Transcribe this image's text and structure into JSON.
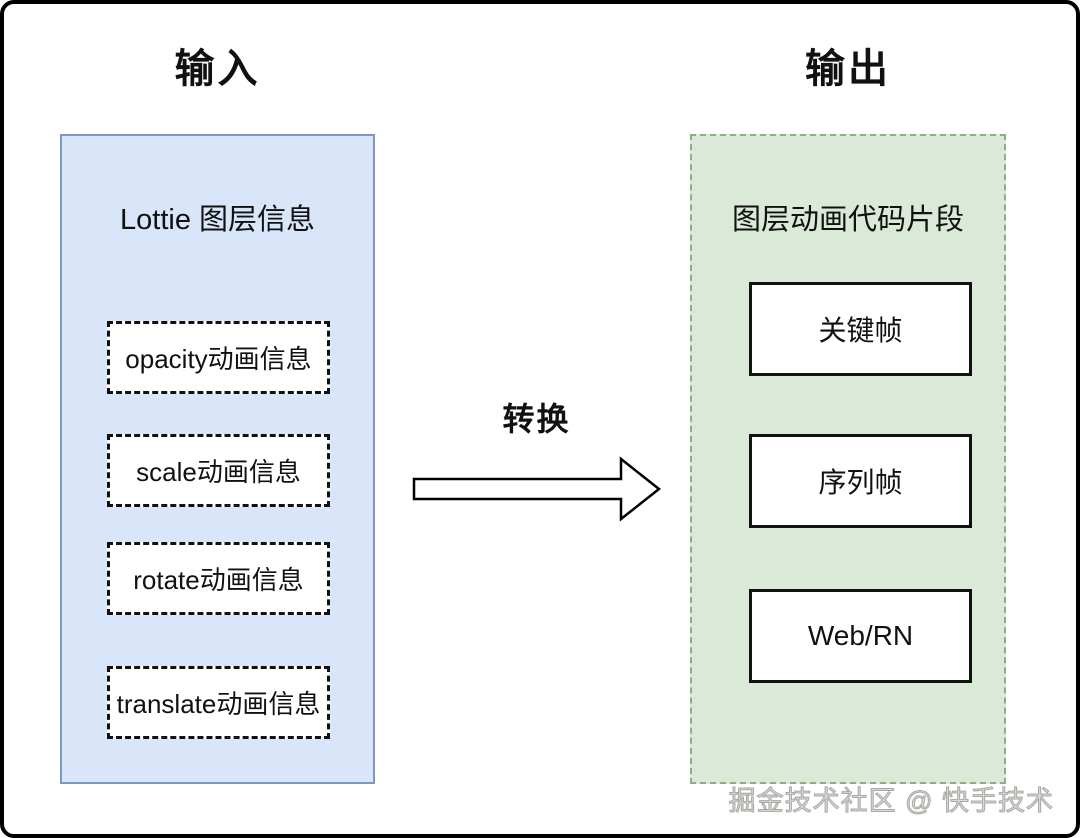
{
  "headers": {
    "input_title": "输入",
    "output_title": "输出"
  },
  "input_panel": {
    "title": "Lottie 图层信息",
    "items": [
      {
        "label": "opacity动画信息"
      },
      {
        "label": "scale动画信息"
      },
      {
        "label": "rotate动画信息"
      },
      {
        "label": "translate动画信息"
      }
    ]
  },
  "convert": {
    "label": "转换",
    "arrow": "right-block-arrow"
  },
  "output_panel": {
    "title": "图层动画代码片段",
    "items": [
      {
        "label": "关键帧"
      },
      {
        "label": "序列帧"
      },
      {
        "label": "Web/RN"
      }
    ]
  },
  "watermark": "掘金技术社区 @ 快手技术",
  "colors": {
    "input_fill": "#d9e5f8",
    "input_border": "#7b96c7",
    "output_fill": "#dbe9d8",
    "output_border": "#8fac86",
    "inner_box_border": "#111111",
    "inner_box_fill": "#ffffff"
  }
}
